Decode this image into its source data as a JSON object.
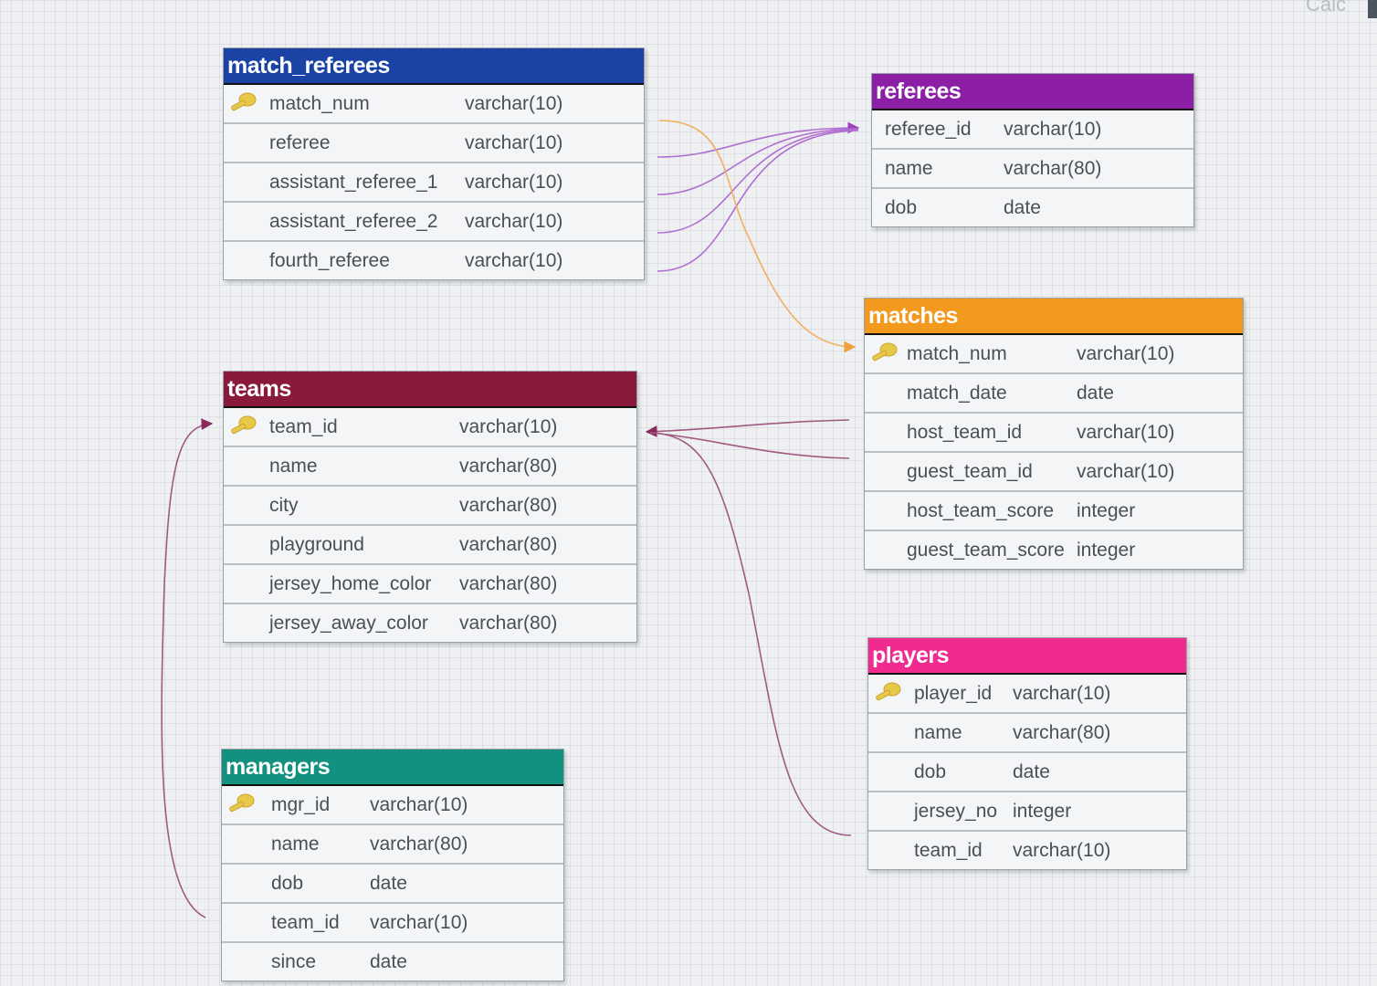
{
  "corner_text": "Calc",
  "colors": {
    "match_referees": "#1b43a6",
    "referees": "#8c1fa6",
    "matches": "#f39a1e",
    "teams": "#8a1a3c",
    "players": "#f02a8e",
    "managers": "#12917f",
    "connector_purple": "#a040c0",
    "connector_orange": "#f0a040",
    "connector_maroon": "#8a2a5a"
  },
  "tables": {
    "match_referees": {
      "title": "match_referees",
      "columns": [
        {
          "name": "match_num",
          "type": "varchar(10)",
          "key": true
        },
        {
          "name": "referee",
          "type": "varchar(10)",
          "key": false
        },
        {
          "name": "assistant_referee_1",
          "type": "varchar(10)",
          "key": false
        },
        {
          "name": "assistant_referee_2",
          "type": "varchar(10)",
          "key": false
        },
        {
          "name": "fourth_referee",
          "type": "varchar(10)",
          "key": false
        }
      ]
    },
    "referees": {
      "title": "referees",
      "columns": [
        {
          "name": "referee_id",
          "type": "varchar(10)",
          "key": false
        },
        {
          "name": "name",
          "type": "varchar(80)",
          "key": false
        },
        {
          "name": "dob",
          "type": "date",
          "key": false
        }
      ]
    },
    "matches": {
      "title": "matches",
      "columns": [
        {
          "name": "match_num",
          "type": "varchar(10)",
          "key": true
        },
        {
          "name": "match_date",
          "type": "date",
          "key": false
        },
        {
          "name": "host_team_id",
          "type": "varchar(10)",
          "key": false
        },
        {
          "name": "guest_team_id",
          "type": "varchar(10)",
          "key": false
        },
        {
          "name": "host_team_score",
          "type": "integer",
          "key": false
        },
        {
          "name": "guest_team_score",
          "type": "integer",
          "key": false
        }
      ]
    },
    "teams": {
      "title": "teams",
      "columns": [
        {
          "name": "team_id",
          "type": "varchar(10)",
          "key": true
        },
        {
          "name": "name",
          "type": "varchar(80)",
          "key": false
        },
        {
          "name": "city",
          "type": "varchar(80)",
          "key": false
        },
        {
          "name": "playground",
          "type": "varchar(80)",
          "key": false
        },
        {
          "name": "jersey_home_color",
          "type": "varchar(80)",
          "key": false
        },
        {
          "name": "jersey_away_color",
          "type": "varchar(80)",
          "key": false
        }
      ]
    },
    "players": {
      "title": "players",
      "columns": [
        {
          "name": "player_id",
          "type": "varchar(10)",
          "key": true
        },
        {
          "name": "name",
          "type": "varchar(80)",
          "key": false
        },
        {
          "name": "dob",
          "type": "date",
          "key": false
        },
        {
          "name": "jersey_no",
          "type": "integer",
          "key": false
        },
        {
          "name": "team_id",
          "type": "varchar(10)",
          "key": false
        }
      ]
    },
    "managers": {
      "title": "managers",
      "columns": [
        {
          "name": "mgr_id",
          "type": "varchar(10)",
          "key": true
        },
        {
          "name": "name",
          "type": "varchar(80)",
          "key": false
        },
        {
          "name": "dob",
          "type": "date",
          "key": false
        },
        {
          "name": "team_id",
          "type": "varchar(10)",
          "key": false
        },
        {
          "name": "since",
          "type": "date",
          "key": false
        }
      ]
    }
  },
  "relationships": [
    {
      "from": "match_referees.referee",
      "to": "referees.referee_id"
    },
    {
      "from": "match_referees.assistant_referee_1",
      "to": "referees.referee_id"
    },
    {
      "from": "match_referees.assistant_referee_2",
      "to": "referees.referee_id"
    },
    {
      "from": "match_referees.fourth_referee",
      "to": "referees.referee_id"
    },
    {
      "from": "match_referees.match_num",
      "to": "matches.match_num"
    },
    {
      "from": "matches.host_team_id",
      "to": "teams.team_id"
    },
    {
      "from": "matches.guest_team_id",
      "to": "teams.team_id"
    },
    {
      "from": "players.team_id",
      "to": "teams.team_id"
    },
    {
      "from": "managers.team_id",
      "to": "teams.team_id"
    }
  ]
}
